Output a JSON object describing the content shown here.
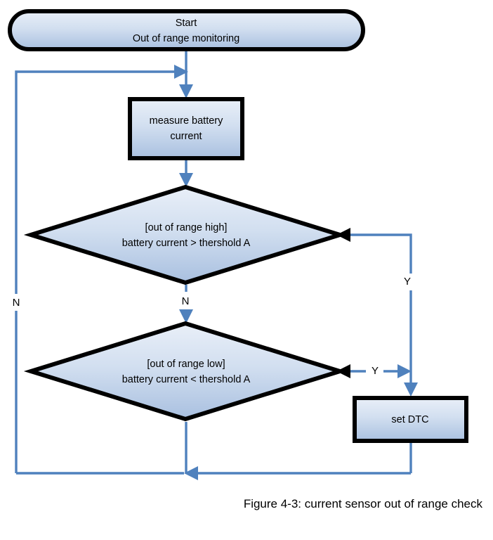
{
  "figure": {
    "caption": "Figure 4-3: current sensor out of range check"
  },
  "colors": {
    "shape_fill_top": "#e3eaf6",
    "shape_fill_bottom": "#a9c0e0",
    "shape_outline": "#000000",
    "connector": "#4f81bd",
    "background": "#ffffff",
    "text": "#000000"
  },
  "chart_data": {
    "type": "diagram",
    "title": "Figure 4-3: current sensor out of range check",
    "nodes": [
      {
        "id": "start",
        "shape": "terminator",
        "lines": [
          "Start",
          "Out of range monitoring"
        ]
      },
      {
        "id": "measure",
        "shape": "process",
        "lines": [
          "measure battery",
          "current"
        ]
      },
      {
        "id": "high",
        "shape": "decision",
        "lines": [
          "[out of range high]",
          "battery current > thershold A"
        ]
      },
      {
        "id": "low",
        "shape": "decision",
        "lines": [
          "[out of range low]",
          "battery current < thershold A"
        ]
      },
      {
        "id": "dtc",
        "shape": "process",
        "lines": [
          "set DTC"
        ]
      }
    ],
    "edges": [
      {
        "from": "start",
        "to": "measure",
        "label": ""
      },
      {
        "from": "measure",
        "to": "high",
        "label": ""
      },
      {
        "from": "high",
        "to": "low",
        "label": "N"
      },
      {
        "from": "high",
        "to": "dtc",
        "label": "Y"
      },
      {
        "from": "low",
        "to": "dtc",
        "label": "Y"
      },
      {
        "from": "low",
        "to": "measure",
        "label": "N"
      },
      {
        "from": "dtc",
        "to": "measure",
        "label": ""
      }
    ]
  },
  "nodes": {
    "start": {
      "line1": "Start",
      "line2": "Out of range monitoring"
    },
    "measure": {
      "line1": "measure battery",
      "line2": "current"
    },
    "decision_high": {
      "line1": "[out of range high]",
      "line2": "battery current > thershold A"
    },
    "decision_low": {
      "line1": "[out of range low]",
      "line2": "battery current < thershold A"
    },
    "set_dtc": {
      "line1": "set DTC"
    }
  },
  "labels": {
    "high_yes": "Y",
    "high_no": "N",
    "low_yes": "Y",
    "low_no": "N"
  }
}
